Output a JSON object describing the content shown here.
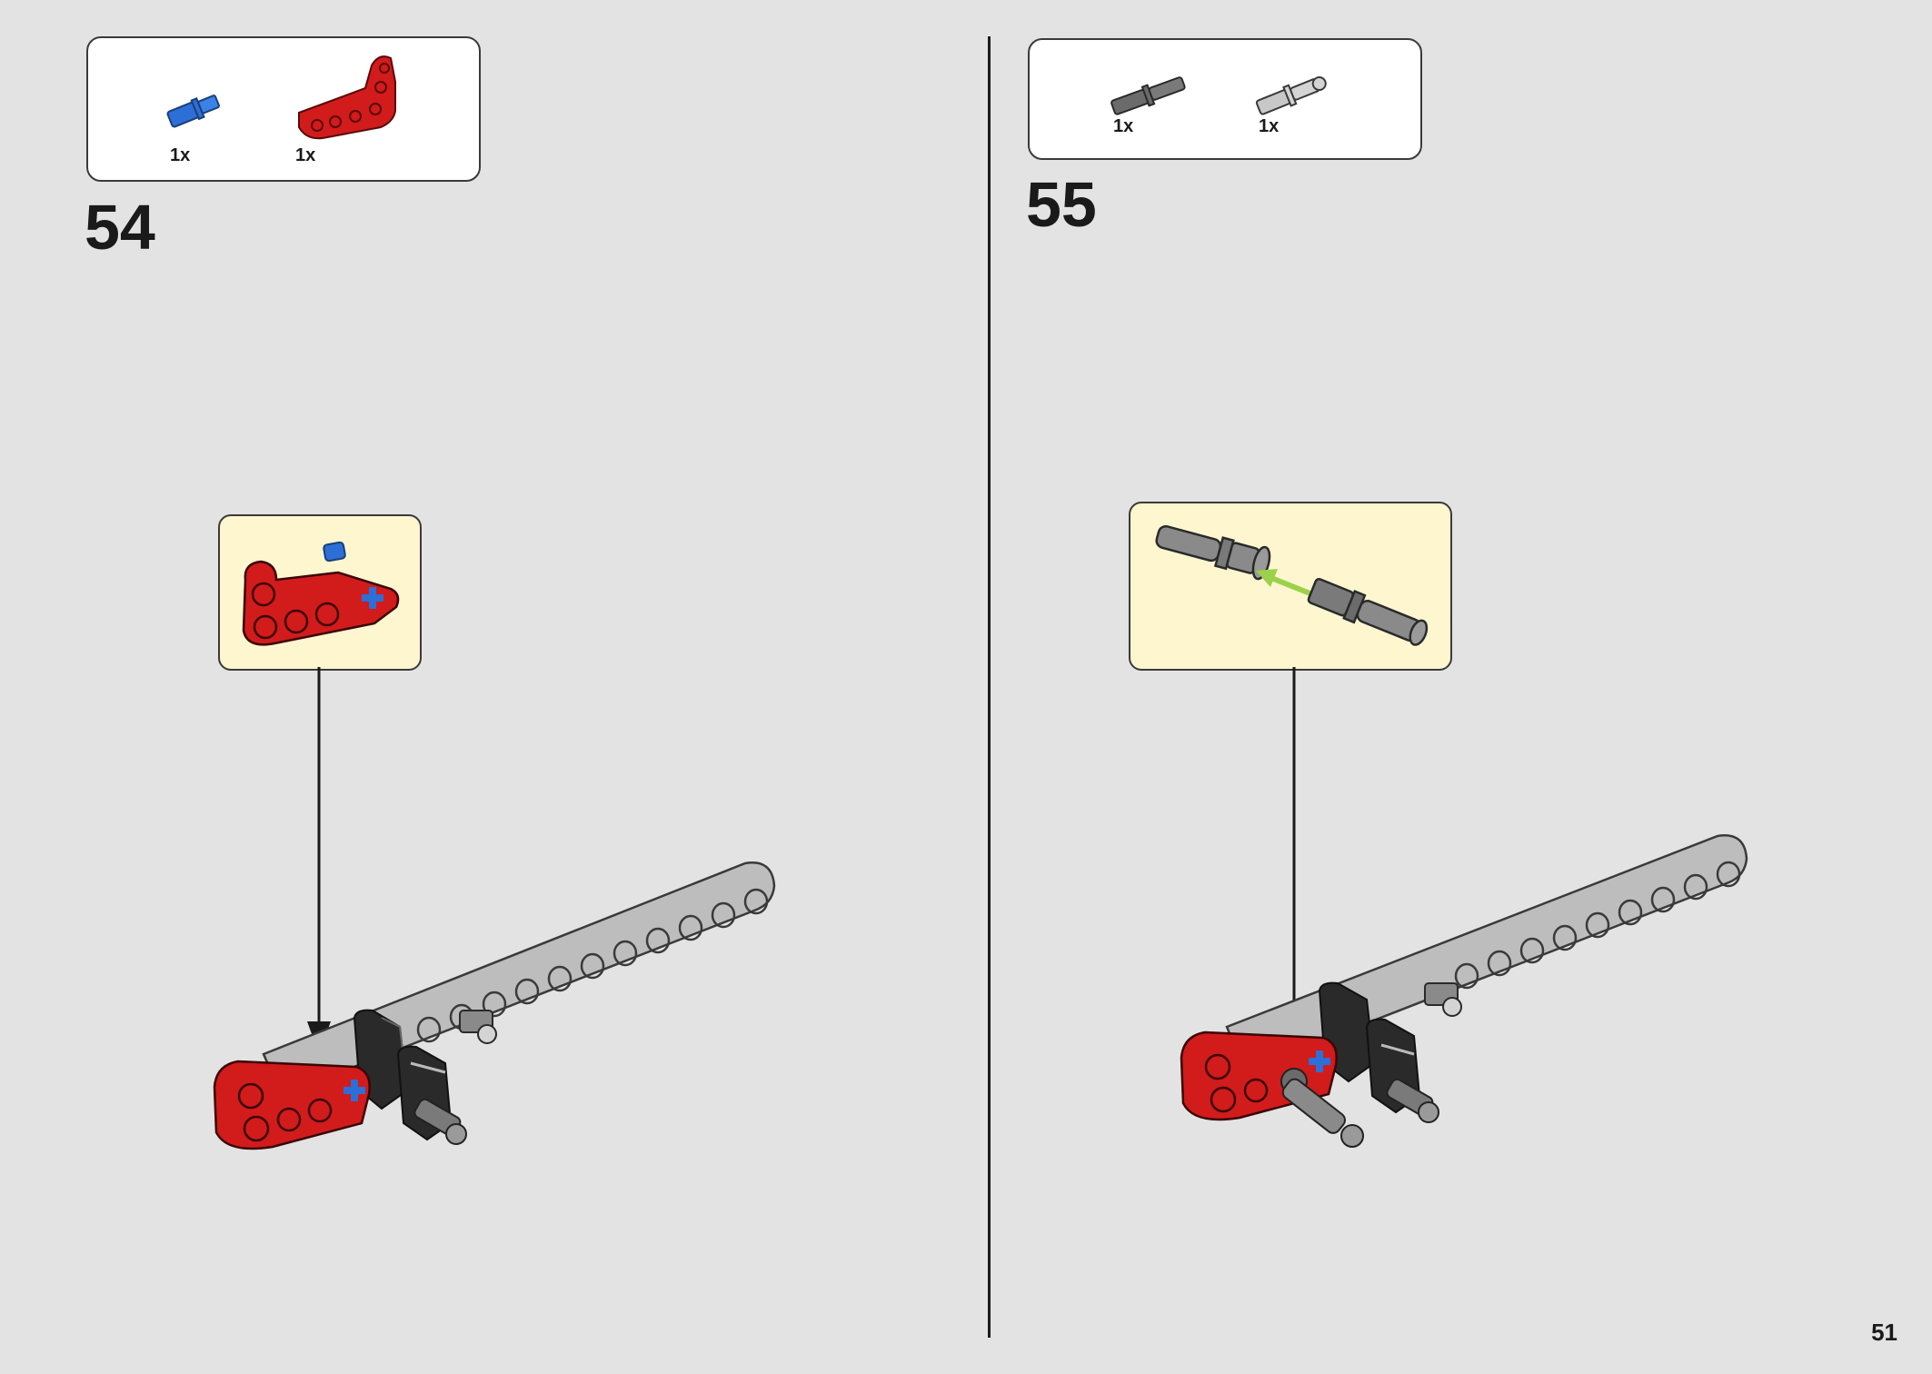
{
  "page_number": "51",
  "colors": {
    "background": "#e3e3e3",
    "callout": "#fdf6cf",
    "red": "#d21b1b",
    "blue": "#2c6fd6",
    "light_gray": "#bdbdbd",
    "dark_gray": "#6b6b6b",
    "black": "#222222",
    "arrow_green": "#9bd14b"
  },
  "steps": [
    {
      "number": "54",
      "parts": [
        {
          "icon": "blue-axle-pin-icon",
          "qty": "1x"
        },
        {
          "icon": "red-l-beam-icon",
          "qty": "1x"
        }
      ]
    },
    {
      "number": "55",
      "parts": [
        {
          "icon": "dark-gray-axle-pin-icon",
          "qty": "1x"
        },
        {
          "icon": "light-gray-pin-icon",
          "qty": "1x"
        }
      ]
    }
  ]
}
